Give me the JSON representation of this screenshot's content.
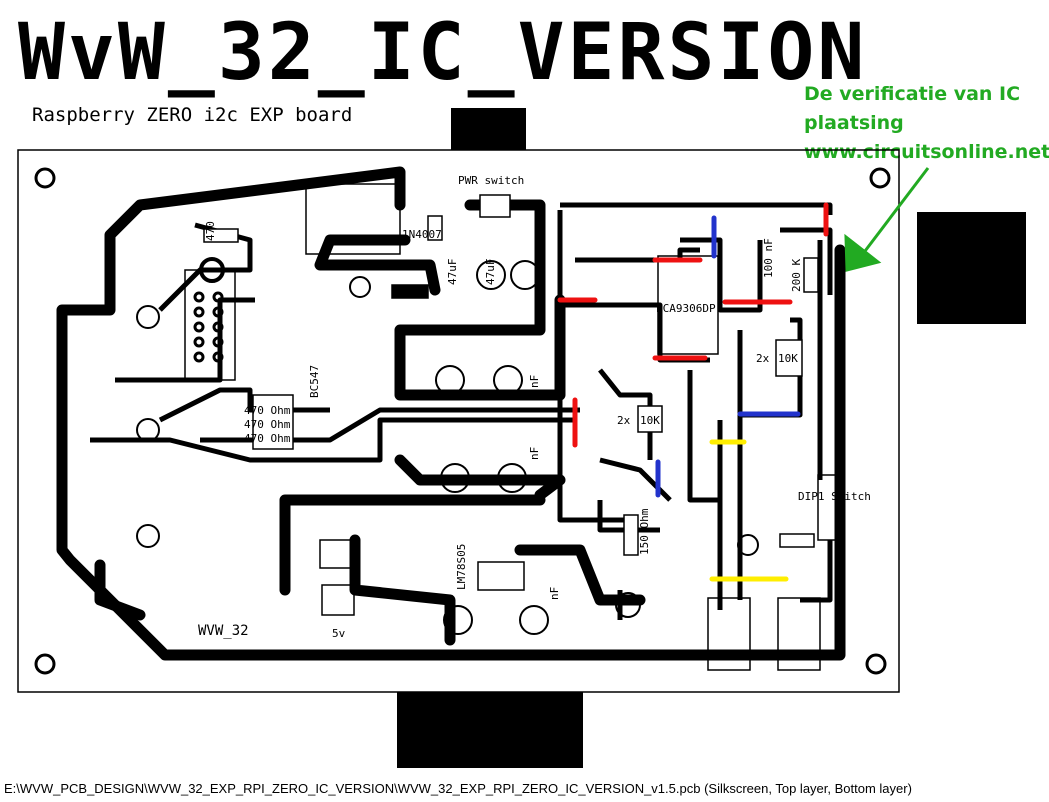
{
  "title": "WvW_32_IC_VERSION",
  "subtitle": "Raspberry ZERO i2c EXP board",
  "annotation": {
    "lines": [
      "De verificatie van IC",
      "plaatsing",
      "www.circuitsonline.net"
    ],
    "color": "#22aa22"
  },
  "footer": {
    "path": "E:\\WVW_PCB_DESIGN\\WVW_32_EXP_RPI_ZERO_IC_VERSION\\WVW_32_EXP_RPI_ZERO_IC_VERSION_v1.5.pcb",
    "layers": "(Silkscreen, Top layer, Bottom layer)"
  },
  "labels": {
    "pwr_switch": "PWR switch",
    "diode": "1N4007",
    "cap_47uf_a": "47uF",
    "cap_47uf_b": "47uF",
    "res_470_top": "470",
    "bc547": "BC547",
    "res_470_ohm_1": "470 Ohm",
    "res_470_ohm_2": "470 Ohm",
    "res_470_ohm_3": "470 Ohm",
    "ic": "PCA9306DP",
    "cap_100nf": "100 nF",
    "res_200k": "200 K",
    "res_2x10k_a": "2x",
    "res_10k_a": "10K",
    "res_2x10k_b": "2x",
    "res_10k_b": "10K",
    "nf_1": "nF",
    "nf_2": "nF",
    "nf_3": "nF",
    "dip": "DIP1 Switch",
    "res_150": "150 Ohm",
    "regulator": "LM78S05",
    "board_name": "WVW_32",
    "five_v": "5v"
  },
  "colors": {
    "board": "#000000",
    "jumper_red": "#ee1111",
    "jumper_blue": "#2233cc",
    "jumper_yellow": "#ffee00",
    "annotation": "#22aa22"
  }
}
